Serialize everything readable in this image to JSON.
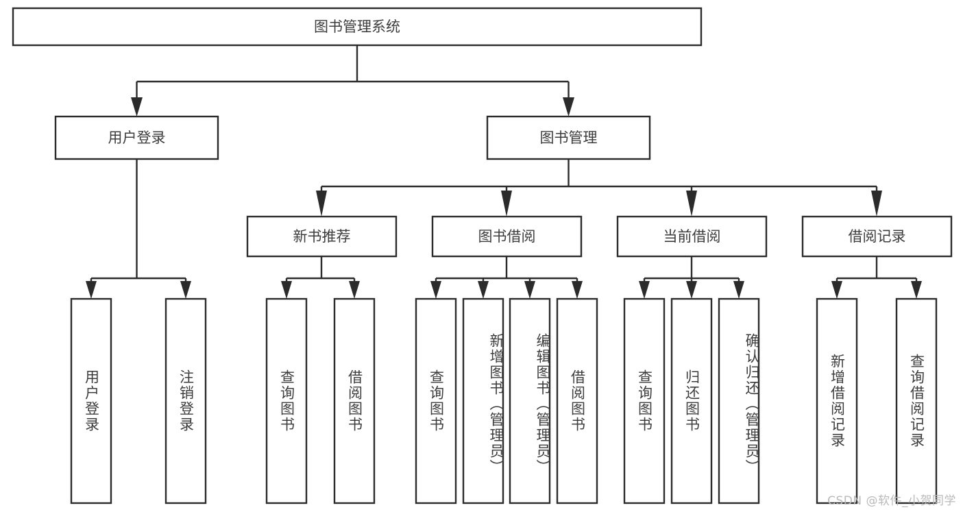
{
  "diagram": {
    "title": "图书管理系统",
    "type": "tree",
    "orientation": "top-down",
    "colors": {
      "stroke": "#2b2b2b",
      "fill": "#ffffff",
      "text": "#3c3c3c",
      "watermark": "#b9b9b9",
      "background": "#ffffff"
    },
    "root": {
      "id": "root",
      "label": "图书管理系统",
      "orientation": "horizontal"
    },
    "level2": [
      {
        "id": "user-login",
        "label": "用户登录",
        "orientation": "horizontal"
      },
      {
        "id": "book-manage",
        "label": "图书管理",
        "orientation": "horizontal"
      }
    ],
    "level3": [
      {
        "id": "new-book-recommend",
        "label": "新书推荐",
        "orientation": "horizontal",
        "parent": "book-manage"
      },
      {
        "id": "book-borrow",
        "label": "图书借阅",
        "orientation": "horizontal",
        "parent": "book-manage"
      },
      {
        "id": "current-borrow",
        "label": "当前借阅",
        "orientation": "horizontal",
        "parent": "book-manage"
      },
      {
        "id": "borrow-record",
        "label": "借阅记录",
        "orientation": "horizontal",
        "parent": "book-manage"
      }
    ],
    "leaves": [
      {
        "id": "leaf-user-login",
        "label": "用户登录",
        "orientation": "vertical",
        "parent": "user-login"
      },
      {
        "id": "leaf-logout-login",
        "label": "注销登录",
        "orientation": "vertical",
        "parent": "user-login"
      },
      {
        "id": "leaf-query-book-1",
        "label": "查询图书",
        "orientation": "vertical",
        "parent": "new-book-recommend"
      },
      {
        "id": "leaf-borrow-book-1",
        "label": "借阅图书",
        "orientation": "vertical",
        "parent": "new-book-recommend"
      },
      {
        "id": "leaf-query-book-2",
        "label": "查询图书",
        "orientation": "vertical",
        "parent": "book-borrow"
      },
      {
        "id": "leaf-add-book",
        "label": "新增图书（管理员）",
        "orientation": "vertical",
        "parent": "book-borrow"
      },
      {
        "id": "leaf-edit-book",
        "label": "编辑图书（管理员）",
        "orientation": "vertical",
        "parent": "book-borrow"
      },
      {
        "id": "leaf-borrow-book-2",
        "label": "借阅图书",
        "orientation": "vertical",
        "parent": "book-borrow"
      },
      {
        "id": "leaf-query-book-3",
        "label": "查询图书",
        "orientation": "vertical",
        "parent": "current-borrow"
      },
      {
        "id": "leaf-return-book",
        "label": "归还图书",
        "orientation": "vertical",
        "parent": "current-borrow"
      },
      {
        "id": "leaf-confirm-return",
        "label": "确认归还（管理员）",
        "orientation": "vertical",
        "parent": "current-borrow"
      },
      {
        "id": "leaf-add-record",
        "label": "新增借阅记录",
        "orientation": "vertical",
        "parent": "borrow-record"
      },
      {
        "id": "leaf-query-record",
        "label": "查询借阅记录",
        "orientation": "vertical",
        "parent": "borrow-record"
      }
    ]
  },
  "watermark": {
    "text": "CSDN @软件_小贺同学"
  }
}
